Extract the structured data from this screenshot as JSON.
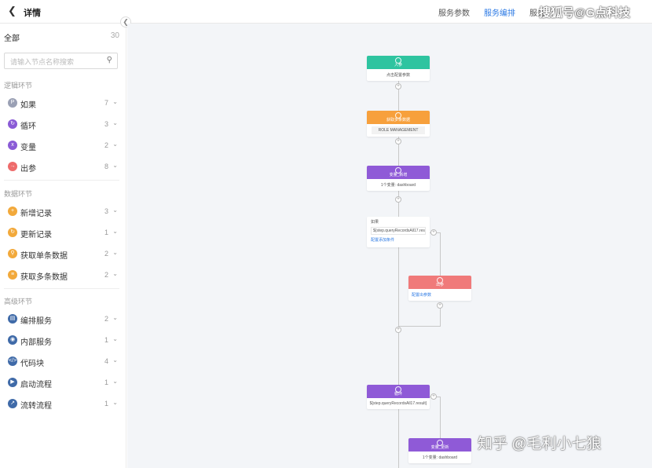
{
  "header": {
    "back_icon": "chevron-left-icon",
    "title": "详情",
    "tabs": [
      {
        "label": "服务参数",
        "active": false
      },
      {
        "label": "服务编排",
        "active": true
      },
      {
        "label": "服务",
        "active": false
      }
    ],
    "watermark": "搜狐号@G点科技"
  },
  "sidebar": {
    "all_label": "全部",
    "all_count": "30",
    "search_placeholder": "请输入节点名称搜索",
    "sections": [
      {
        "title": "逻辑环节",
        "items": [
          {
            "label": "如果",
            "count": "7",
            "icon": "if-icon",
            "color": "#9aa0b4"
          },
          {
            "label": "循环",
            "count": "3",
            "icon": "loop-icon",
            "color": "#8a5bd6"
          },
          {
            "label": "变量",
            "count": "2",
            "icon": "variable-icon",
            "color": "#8a5bd6"
          },
          {
            "label": "出参",
            "count": "8",
            "icon": "output-icon",
            "color": "#ee6b6b"
          }
        ]
      },
      {
        "title": "数据环节",
        "items": [
          {
            "label": "新增记录",
            "count": "3",
            "icon": "add-record-icon",
            "color": "#f2a93b"
          },
          {
            "label": "更新记录",
            "count": "1",
            "icon": "update-record-icon",
            "color": "#f2a93b"
          },
          {
            "label": "获取单条数据",
            "count": "2",
            "icon": "get-single-icon",
            "color": "#f2a93b"
          },
          {
            "label": "获取多条数据",
            "count": "2",
            "icon": "get-multi-icon",
            "color": "#f2a93b"
          }
        ]
      },
      {
        "title": "高级环节",
        "items": [
          {
            "label": "编排服务",
            "count": "2",
            "icon": "orchestrate-icon",
            "color": "#3f6aa8"
          },
          {
            "label": "内部服务",
            "count": "1",
            "icon": "internal-service-icon",
            "color": "#3f6aa8"
          },
          {
            "label": "代码块",
            "count": "4",
            "icon": "code-icon",
            "color": "#3f6aa8"
          },
          {
            "label": "启动流程",
            "count": "1",
            "icon": "start-flow-icon",
            "color": "#3f6aa8"
          },
          {
            "label": "流转流程",
            "count": "1",
            "icon": "transfer-flow-icon",
            "color": "#3f6aa8"
          }
        ]
      }
    ]
  },
  "canvas": {
    "nodes": {
      "start": {
        "title": "入参",
        "body": "点击配置参数",
        "color": "#2ec4a0"
      },
      "data": {
        "title": "获取多条数据",
        "body": "ROLE MANAGEMENT",
        "color": "#f7a03c"
      },
      "var1": {
        "title": "变量_新增",
        "body": "1个变量: dashboard",
        "color": "#8f5ad7"
      },
      "cond": {
        "title": "如果",
        "expr": "${step.queryRecordsAll17.result...",
        "link": "配置添加条件"
      },
      "output": {
        "title": "出参",
        "link": "配置出参数"
      },
      "loop": {
        "title": "循环",
        "body": "${step.queryRecordsAll17.result}"
      },
      "var2": {
        "title": "变量_更新",
        "body": "1个变量: dashboard"
      }
    },
    "plus": "+",
    "watermark": "知乎 @毛利小七狼"
  }
}
